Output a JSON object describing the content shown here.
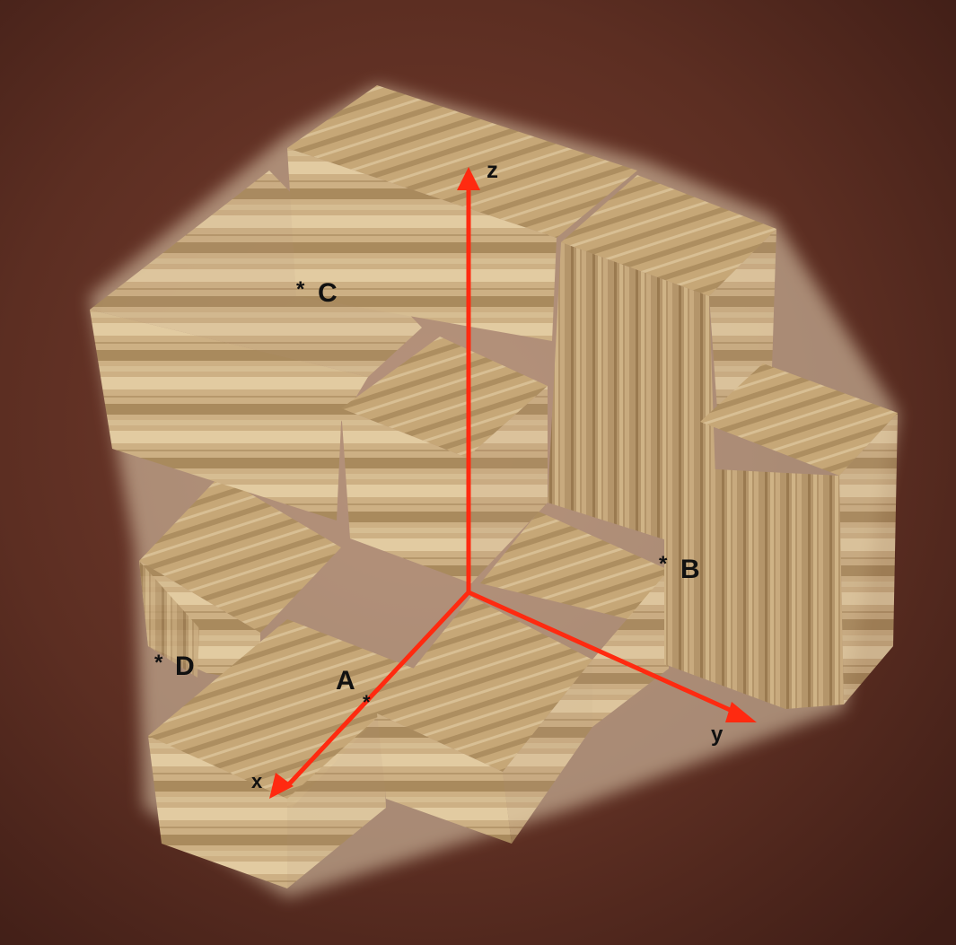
{
  "labels": {
    "axis_x": "x",
    "axis_y": "y",
    "axis_z": "z",
    "point_a": "A",
    "point_b": "B",
    "point_c": "C",
    "point_d": "D",
    "marker": "*"
  },
  "colors": {
    "background": "#5a2d22",
    "axis_arrow": "#ff2a10",
    "label_text": "#111111",
    "wood_light": "#d8bf94",
    "wood_mid": "#bfa274",
    "wood_dark": "#8c6c46"
  }
}
